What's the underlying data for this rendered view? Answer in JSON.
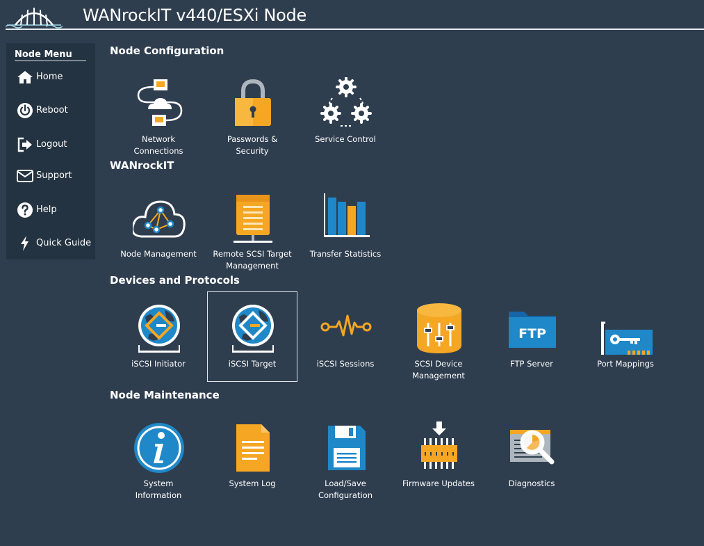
{
  "header": {
    "title": "WANrockIT v440/ESXi Node"
  },
  "sidebar": {
    "title": "Node Menu",
    "items": [
      {
        "label": "Home",
        "icon": "home-icon"
      },
      {
        "label": "Reboot",
        "icon": "power-icon"
      },
      {
        "label": "Logout",
        "icon": "logout-icon"
      },
      {
        "label": "Support",
        "icon": "envelope-icon"
      },
      {
        "label": "Help",
        "icon": "help-icon"
      },
      {
        "label": "Quick Guide",
        "icon": "lightning-icon"
      }
    ]
  },
  "sections": [
    {
      "title": "Node Configuration",
      "tiles": [
        {
          "label": "Network\nConnections",
          "icon": "network-icon"
        },
        {
          "label": "Passwords &\nSecurity",
          "icon": "padlock-icon"
        },
        {
          "label": "Service Control",
          "icon": "gears-icon"
        }
      ]
    },
    {
      "title": "WANrockIT",
      "tiles": [
        {
          "label": "Node Management",
          "icon": "cloud-network-icon"
        },
        {
          "label": "Remote SCSI Target\nManagement",
          "icon": "server-icon"
        },
        {
          "label": "Transfer Statistics",
          "icon": "bar-chart-icon"
        }
      ]
    },
    {
      "title": "Devices and Protocols",
      "tiles": [
        {
          "label": "iSCSI Initiator",
          "icon": "globe-initiator-icon"
        },
        {
          "label": "iSCSI Target",
          "icon": "globe-target-icon",
          "selected": true
        },
        {
          "label": "iSCSI Sessions",
          "icon": "heartbeat-icon"
        },
        {
          "label": "SCSI Device\nManagement",
          "icon": "database-sliders-icon"
        },
        {
          "label": "FTP Server",
          "icon": "ftp-folder-icon",
          "badge": "FTP"
        },
        {
          "label": "Port Mappings",
          "icon": "key-card-icon"
        }
      ]
    },
    {
      "title": "Node Maintenance",
      "tiles": [
        {
          "label": "System\nInformation",
          "icon": "info-icon"
        },
        {
          "label": "System Log",
          "icon": "document-icon"
        },
        {
          "label": "Load/Save\nConfiguration",
          "icon": "floppy-icon"
        },
        {
          "label": "Firmware Updates",
          "icon": "chip-download-icon"
        },
        {
          "label": "Diagnostics",
          "icon": "magnifier-chart-icon"
        }
      ]
    }
  ],
  "colors": {
    "background": "#2f3e4f",
    "sidebar": "#243341",
    "accent_orange": "#f5a623",
    "accent_blue": "#1e88c8"
  }
}
